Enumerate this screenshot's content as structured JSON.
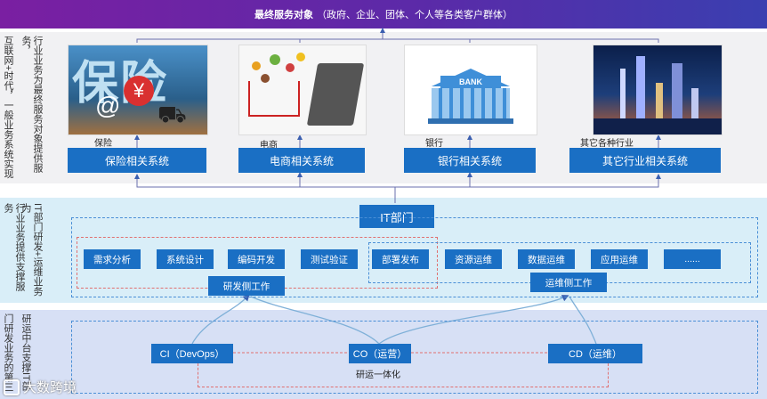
{
  "header": {
    "title_bold": "最终服务对象",
    "title_rest": "（政府、企业、团体、个人等各类客户群体）"
  },
  "side_labels": {
    "band1_outer": "互联网+时代，一般业务系统实现",
    "band1_inner": "行业业务为最终服务对象提供服务，",
    "band2_outer": "行业业务提供支撑服务",
    "band2_inner": "IT部门研发+运维业务为",
    "band3_outer": "门研发业务的第三",
    "band3_inner": "研运中台支撑IT部"
  },
  "industries": [
    {
      "caption": "保险",
      "system": "保险相关系统",
      "image_text": "保险"
    },
    {
      "caption": "电商",
      "system": "电商相关系统"
    },
    {
      "caption": "银行",
      "system": "银行相关系统",
      "image_text": "BANK"
    },
    {
      "caption": "其它各种行业",
      "system": "其它行业相关系统"
    }
  ],
  "it": {
    "title": "IT部门",
    "dev_tasks": [
      "需求分析",
      "系统设计",
      "编码开发",
      "测试验证",
      "部署发布"
    ],
    "ops_tasks": [
      "资源运维",
      "数据运维",
      "应用运维",
      "......"
    ],
    "dev_label": "研发侧工作",
    "ops_label": "运维侧工作"
  },
  "platform": {
    "ci": "CI（DevOps）",
    "co": "CO（运营）",
    "cd": "CD（运维）",
    "caption": "研运一体化"
  },
  "watermark": "大数跨境",
  "colors": {
    "accent": "#1a6fc4",
    "header_start": "#7a1fa2",
    "header_end": "#3a3fb0"
  }
}
